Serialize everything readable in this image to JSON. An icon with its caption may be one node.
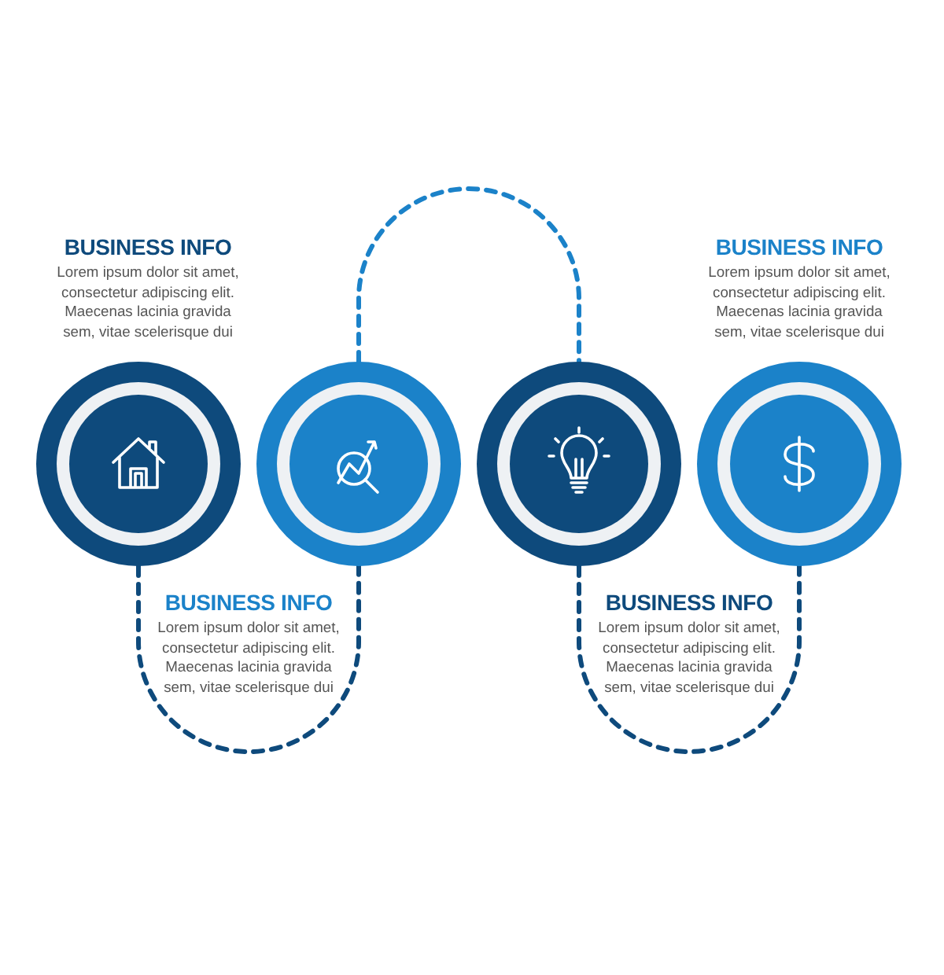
{
  "diagram": {
    "nodes": [
      {
        "text": [],
        "shape": "circle"
      },
      {
        "text": [],
        "shape": "circle"
      },
      {
        "text": [],
        "shape": "circle"
      },
      {
        "text": [],
        "shape": "circle"
      }
    ],
    "edges": [
      {
        "from": 0,
        "to": 1,
        "arrow": "none",
        "style": "dashed"
      },
      {
        "from": 1,
        "to": 2,
        "arrow": "none",
        "style": "dashed",
        "color": "#1b82c9"
      },
      {
        "from": 2,
        "to": 3,
        "arrow": "none",
        "style": "dashed"
      }
    ],
    "labels": [
      "BUSINESS INFO",
      "Lorem ipsum dolor sit amet, consectetur adipiscing elit. Maecenas lacinia gravida sem, vitae scelerisque dui",
      "BUSINESS INFO",
      "Lorem ipsum dolor sit amet, consectetur adipiscing elit. Maecenas lacinia gravida sem, vitae scelerisque dui",
      "BUSINESS INFO",
      "Lorem ipsum dolor sit amet, consectetur adipiscing elit. Maecenas lacinia gravida sem, vitae scelerisque dui",
      "BUSINESS INFO",
      "Lorem ipsum dolor sit amet, consectetur adipiscing elit. Maecenas lacinia gravida sem, vitae scelerisque dui"
    ]
  }
}
